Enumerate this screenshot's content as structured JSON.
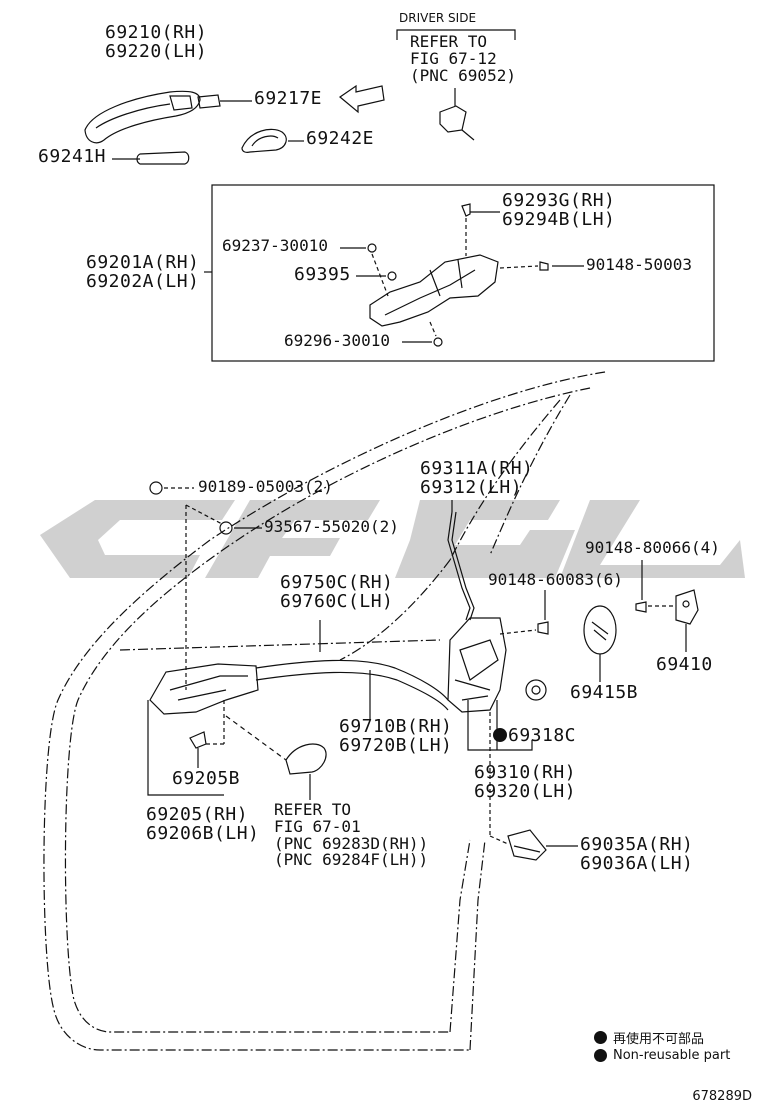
{
  "labels": {
    "l1": "69210(RH)\n69220(LH)",
    "l2": "69217E",
    "l3": "69242E",
    "l4": "69241H",
    "driver_side": "DRIVER SIDE",
    "refer1": "REFER TO\nFIG 67-12\n(PNC 69052)",
    "l5": "69293G(RH)\n69294B(LH)",
    "l6": "69237-30010",
    "l7": "69395",
    "l8": "90148-50003",
    "l9": "69201A(RH)\n69202A(LH)",
    "l10": "69296-30010",
    "l11": "90189-05003(2)",
    "l12": "93567-55020(2)",
    "l13": "69311A(RH)\n69312(LH)",
    "l14": "69750C(RH)\n69760C(LH)",
    "l15": "90148-60083(6)",
    "l16": "90148-80066(4)",
    "l17": "69410",
    "l18": "69415B",
    "l19": "69710B(RH)\n69720B(LH)",
    "l20": "69318C",
    "l21": "69205B",
    "l22": "69310(RH)\n69320(LH)",
    "l23": "69205(RH)\n69206B(LH)",
    "refer2": "REFER TO\nFIG 67-01\n(PNC 69283D(RH))\n(PNC 69284F(LH))",
    "l24": "69035A(RH)\n69036A(LH)"
  },
  "legend": {
    "jp": "再使用不可部品",
    "en": "Non-reusable part"
  },
  "figure_number": "678289D",
  "colors": {
    "line": "#111111",
    "watermark": "#c8c8c8",
    "background": "#ffffff"
  }
}
